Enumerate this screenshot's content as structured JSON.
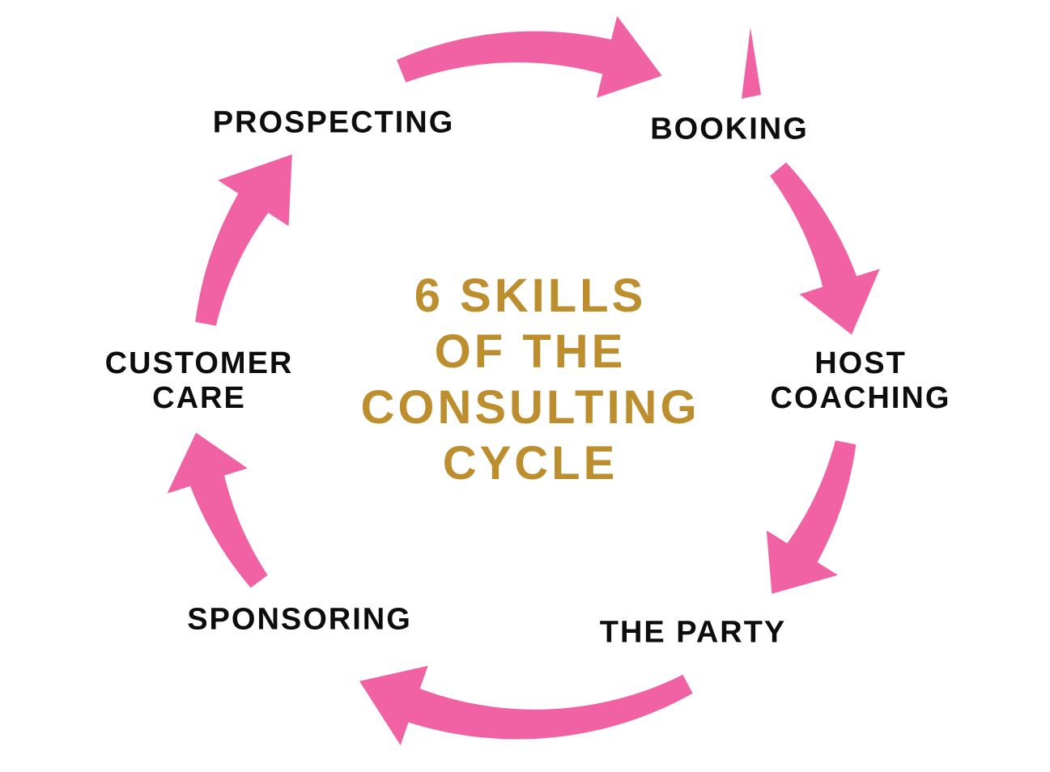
{
  "diagram": {
    "title": {
      "lines": [
        "6 SKILLS",
        "OF THE",
        "CONSULTING",
        "CYCLE"
      ],
      "full_text": "6 SKILLS OF THE CONSULTING CYCLE",
      "color": "#BD8E2E"
    },
    "steps": [
      {
        "label": "PROSPECTING"
      },
      {
        "label": "BOOKING"
      },
      {
        "label": "HOST COACHING"
      },
      {
        "label": "THE PARTY"
      },
      {
        "label": "SPONSORING"
      },
      {
        "label": "CUSTOMER CARE"
      }
    ],
    "direction": "clockwise",
    "arrow_color": "#F062A4",
    "label_color": "#0D0D0D",
    "background_color": "#FFFFFF"
  }
}
